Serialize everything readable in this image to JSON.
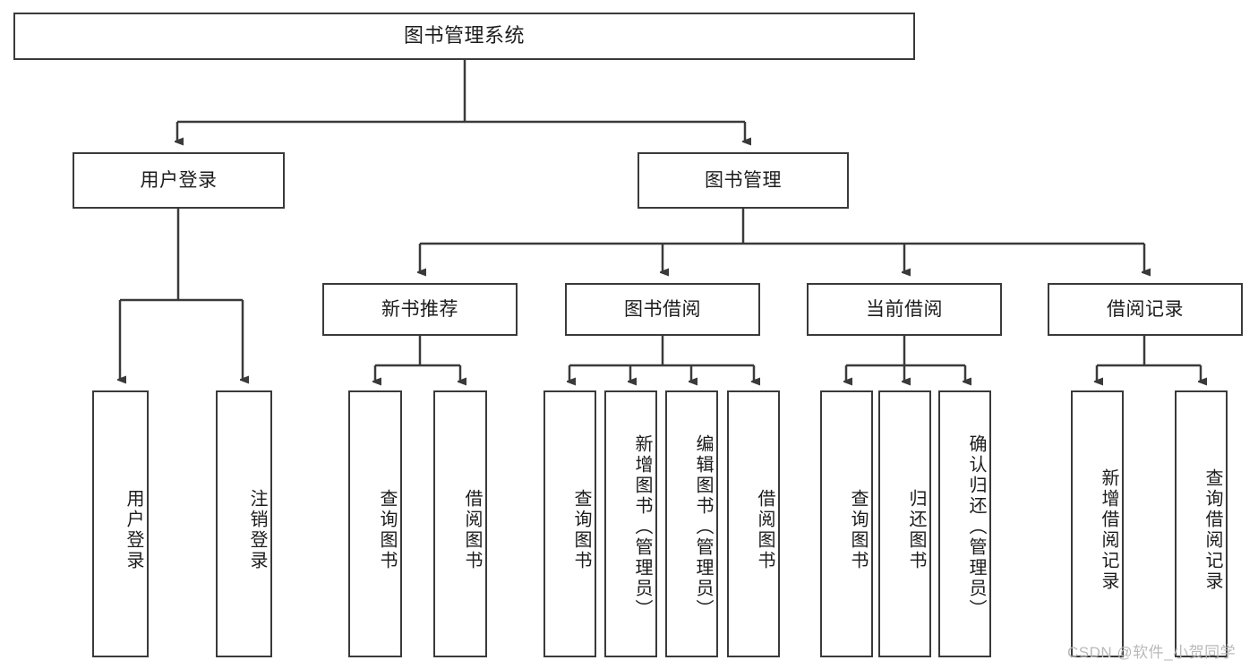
{
  "diagram": {
    "title": "图书管理系统",
    "type": "hierarchy-tree",
    "watermark": "CSDN @软件_小贺同学",
    "colors": {
      "box_border": "#3a3a3a",
      "box_fill": "#ffffff",
      "line": "#3a3a3a",
      "text": "#1c1c1c",
      "watermark": "#b9b9b9"
    },
    "root": {
      "label": "图书管理系统"
    },
    "level1": [
      {
        "label": "用户登录"
      },
      {
        "label": "图书管理"
      }
    ],
    "level2": [
      {
        "label": "新书推荐"
      },
      {
        "label": "图书借阅"
      },
      {
        "label": "当前借阅"
      },
      {
        "label": "借阅记录"
      }
    ],
    "leaves": {
      "user_login": [
        {
          "label": "用户登录"
        },
        {
          "label": "注销登录"
        }
      ],
      "new_book_recommend": [
        {
          "label": "查询图书"
        },
        {
          "label": "借阅图书"
        }
      ],
      "book_borrow": [
        {
          "label": "查询图书"
        },
        {
          "label": "新增图书（管理员）"
        },
        {
          "label": "编辑图书（管理员）"
        },
        {
          "label": "借阅图书"
        }
      ],
      "current_borrow": [
        {
          "label": "查询图书"
        },
        {
          "label": "归还图书"
        },
        {
          "label": "确认归还（管理员）"
        }
      ],
      "borrow_record": [
        {
          "label": "新增借阅记录"
        },
        {
          "label": "查询借阅记录"
        }
      ]
    }
  }
}
